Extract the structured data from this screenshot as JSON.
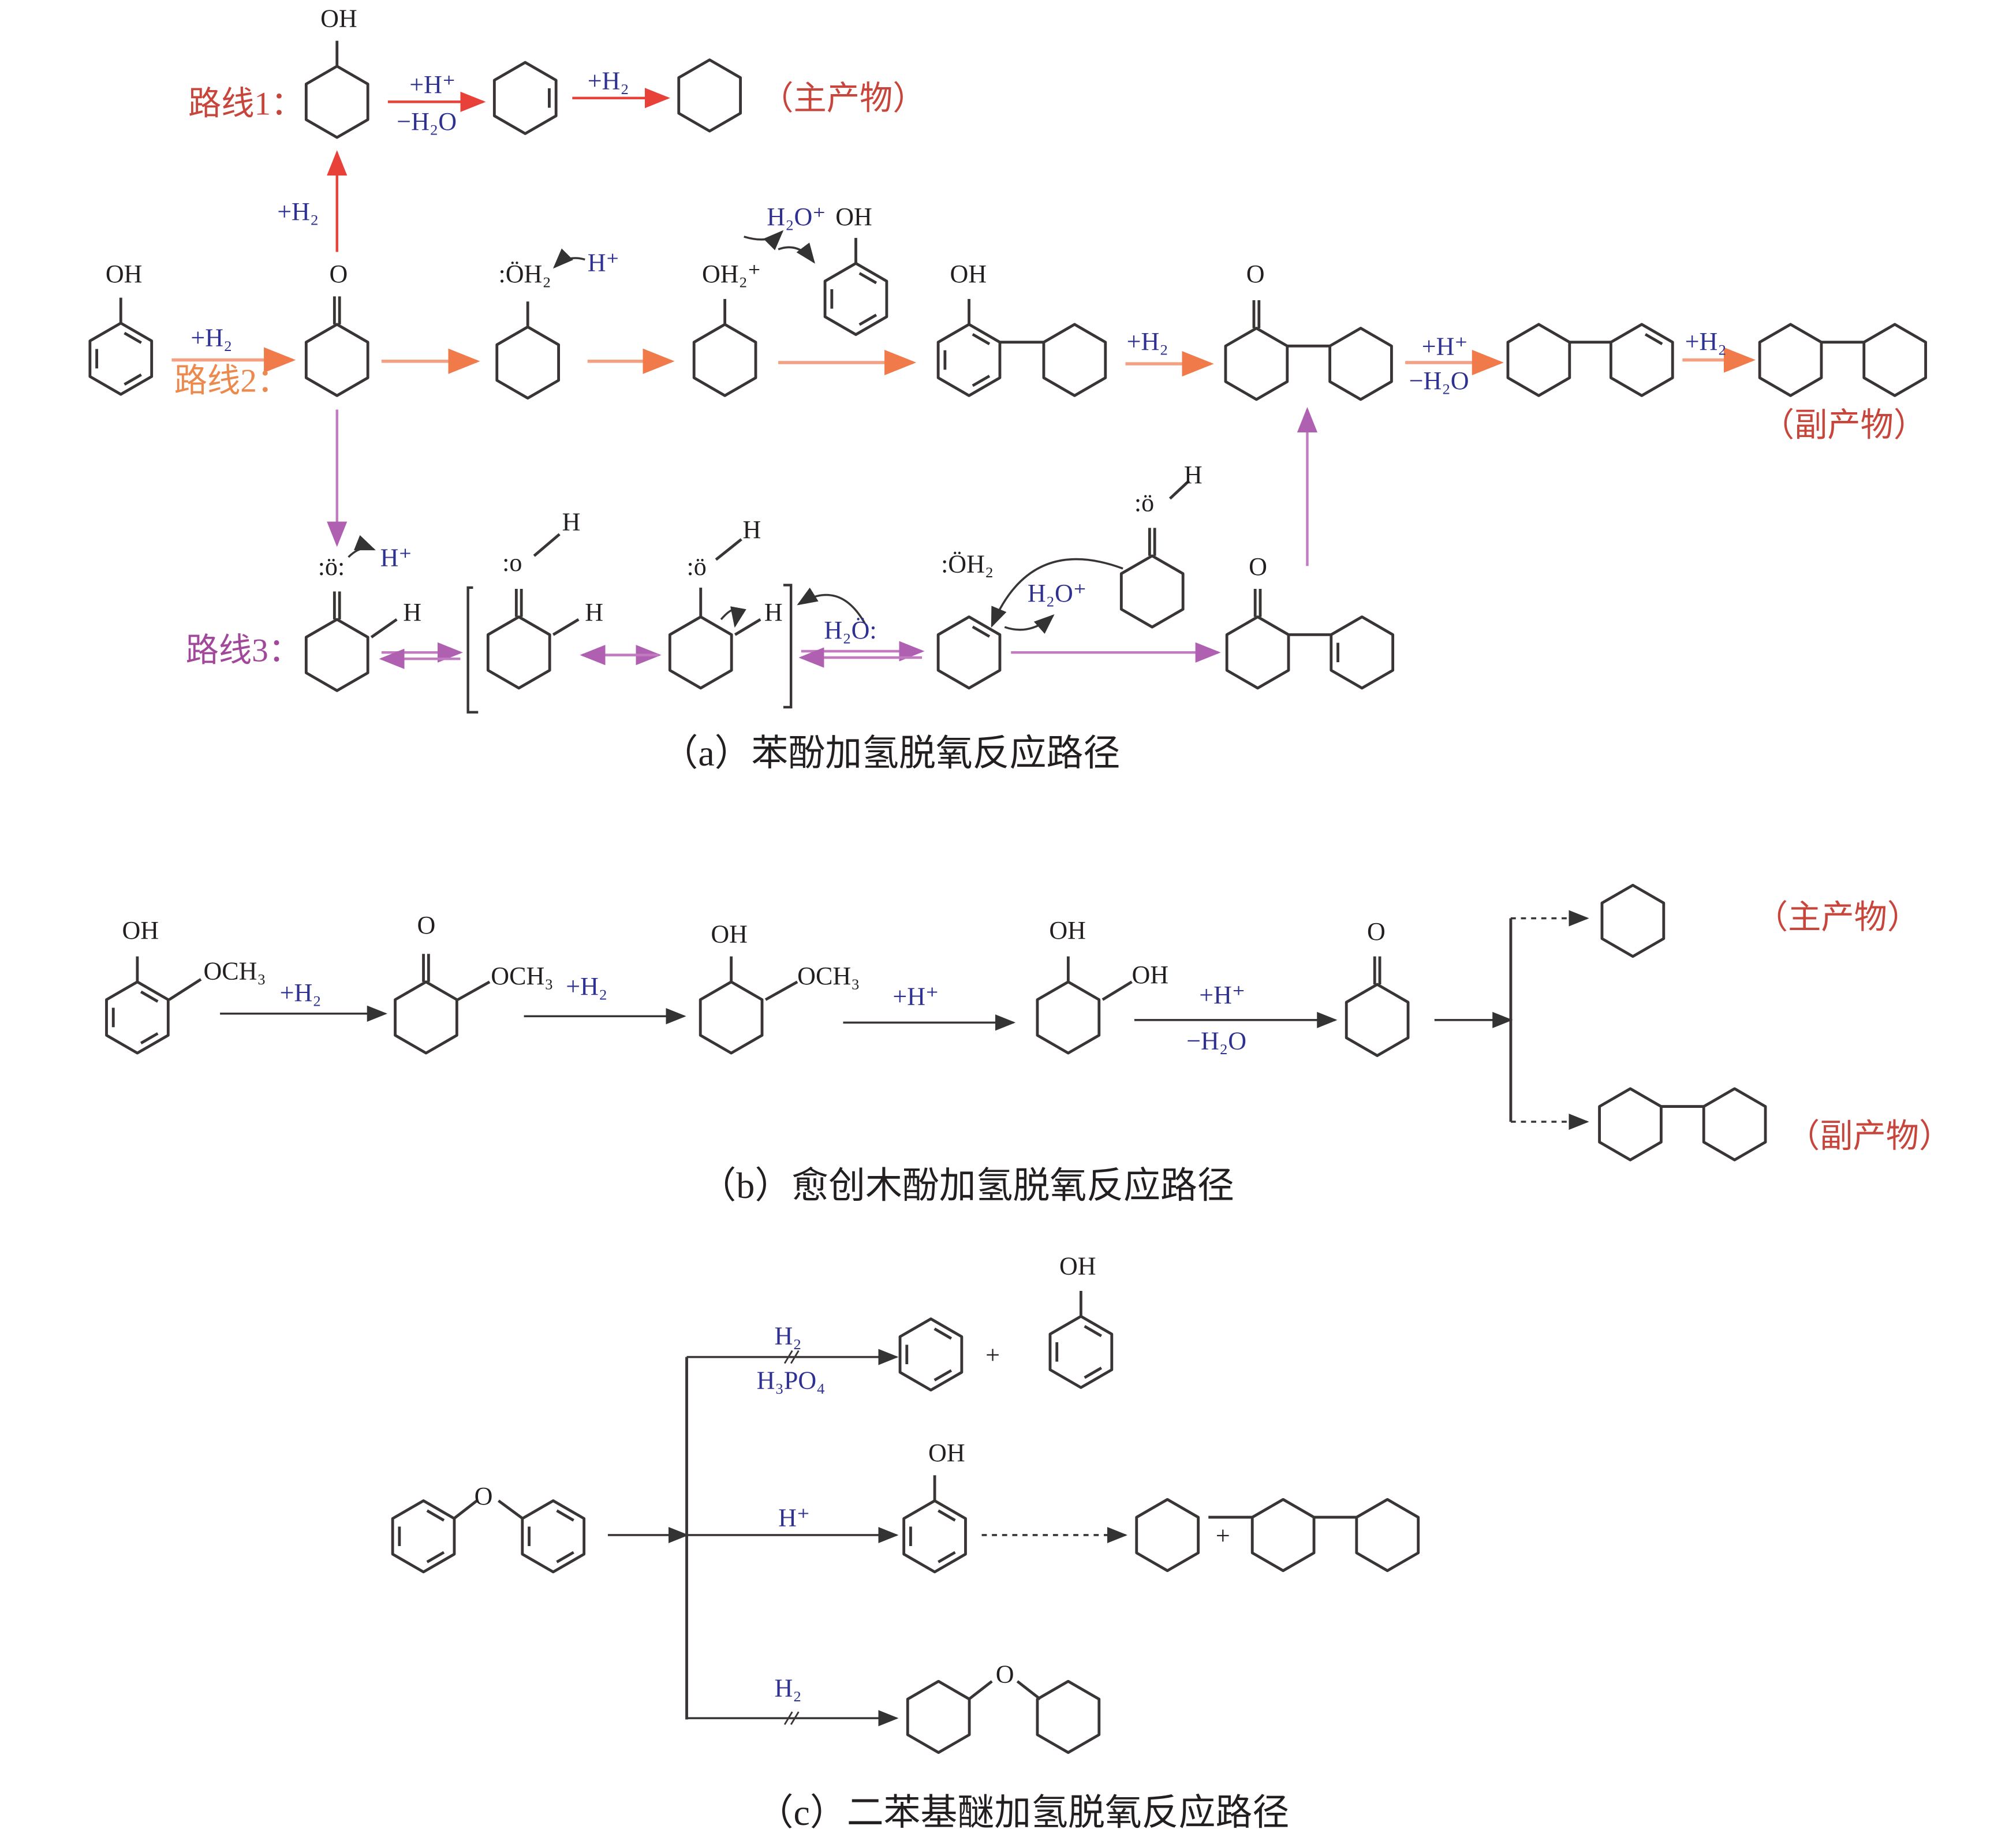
{
  "panel_a": {
    "caption": "（a）苯酚加氢脱氧反应路径",
    "route1_label": "路线1：",
    "route2_label": "路线2：",
    "route3_label": "路线3：",
    "main_product": "（主产物）",
    "by_product": "（副产物）",
    "atoms": {
      "oh": "OH",
      "o": "O",
      "oh2_lone": ":ÖH₂",
      "oh2_plus": "OH₂⁺",
      "h3o_plus": "H₂O⁺",
      "h": "H",
      "o_lone2": ":ö:",
      "o_lone": ":o",
      "o_lone_dots": ":ö",
      "h2o_lone": "H₂Ö:"
    },
    "reagents": {
      "plus_h2": "+H₂",
      "plus_hplus": "+H⁺",
      "minus_h2o": "−H₂O",
      "hplus": "H⁺"
    }
  },
  "panel_b": {
    "caption": "（b）愈创木酚加氢脱氧反应路径",
    "main_product": "（主产物）",
    "by_product": "（副产物）",
    "atoms": {
      "oh": "OH",
      "o": "O",
      "och3": "OCH₃"
    },
    "reagents": {
      "plus_h2": "+H₂",
      "plus_hplus": "+H⁺",
      "minus_h2o": "−H₂O"
    }
  },
  "panel_c": {
    "caption": "（c）二苯基醚加氢脱氧反应路径",
    "atoms": {
      "oh": "OH",
      "o": "O"
    },
    "reagents": {
      "h2": "H₂",
      "h3po4": "H₃PO₄",
      "hplus": "H⁺",
      "plus": "+"
    }
  },
  "colors": {
    "route1": "#e8413a",
    "route2": "#f5a082",
    "route3": "#c27ac0",
    "reagent_text": "#2e3192",
    "product_text": "#c8453c"
  }
}
